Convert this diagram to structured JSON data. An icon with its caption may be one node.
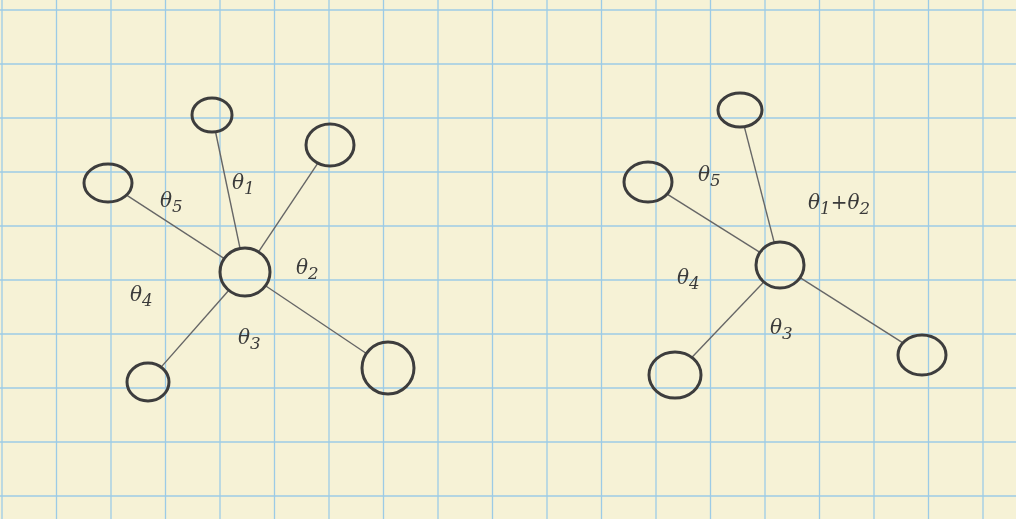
{
  "diagram": {
    "nodes": [
      {
        "text": [],
        "shape": "circle"
      },
      {
        "text": [],
        "shape": "circle"
      },
      {
        "text": [],
        "shape": "circle"
      },
      {
        "text": [],
        "shape": "circle"
      },
      {
        "text": [],
        "shape": "circle"
      },
      {
        "text": [],
        "shape": "circle"
      },
      {
        "text": [],
        "shape": "circle"
      },
      {
        "text": [],
        "shape": "circle"
      },
      {
        "text": [],
        "shape": "circle"
      },
      {
        "text": [],
        "shape": "circle"
      },
      {
        "text": [],
        "shape": "circle"
      }
    ],
    "edges": [
      {
        "from": 3,
        "to": 0,
        "arrow": "none"
      },
      {
        "from": 3,
        "to": 1,
        "arrow": "none"
      },
      {
        "from": 3,
        "to": 2,
        "arrow": "none"
      },
      {
        "from": 3,
        "to": 4,
        "arrow": "none"
      },
      {
        "from": 3,
        "to": 5,
        "arrow": "none"
      },
      {
        "from": 8,
        "to": 6,
        "arrow": "none"
      },
      {
        "from": 8,
        "to": 7,
        "arrow": "none"
      },
      {
        "from": 8,
        "to": 9,
        "arrow": "none"
      },
      {
        "from": 8,
        "to": 10,
        "arrow": "none"
      }
    ],
    "labels": [
      "θ$_{1}$",
      "θ$_{5}$",
      "θ$_{2}$",
      "θ$_{4}$",
      "θ$_{3}$",
      "θ$_{5}$",
      "θ$_{1}$+θ$_{2}$",
      "θ$_{4}$",
      "θ$_{3}$"
    ]
  }
}
